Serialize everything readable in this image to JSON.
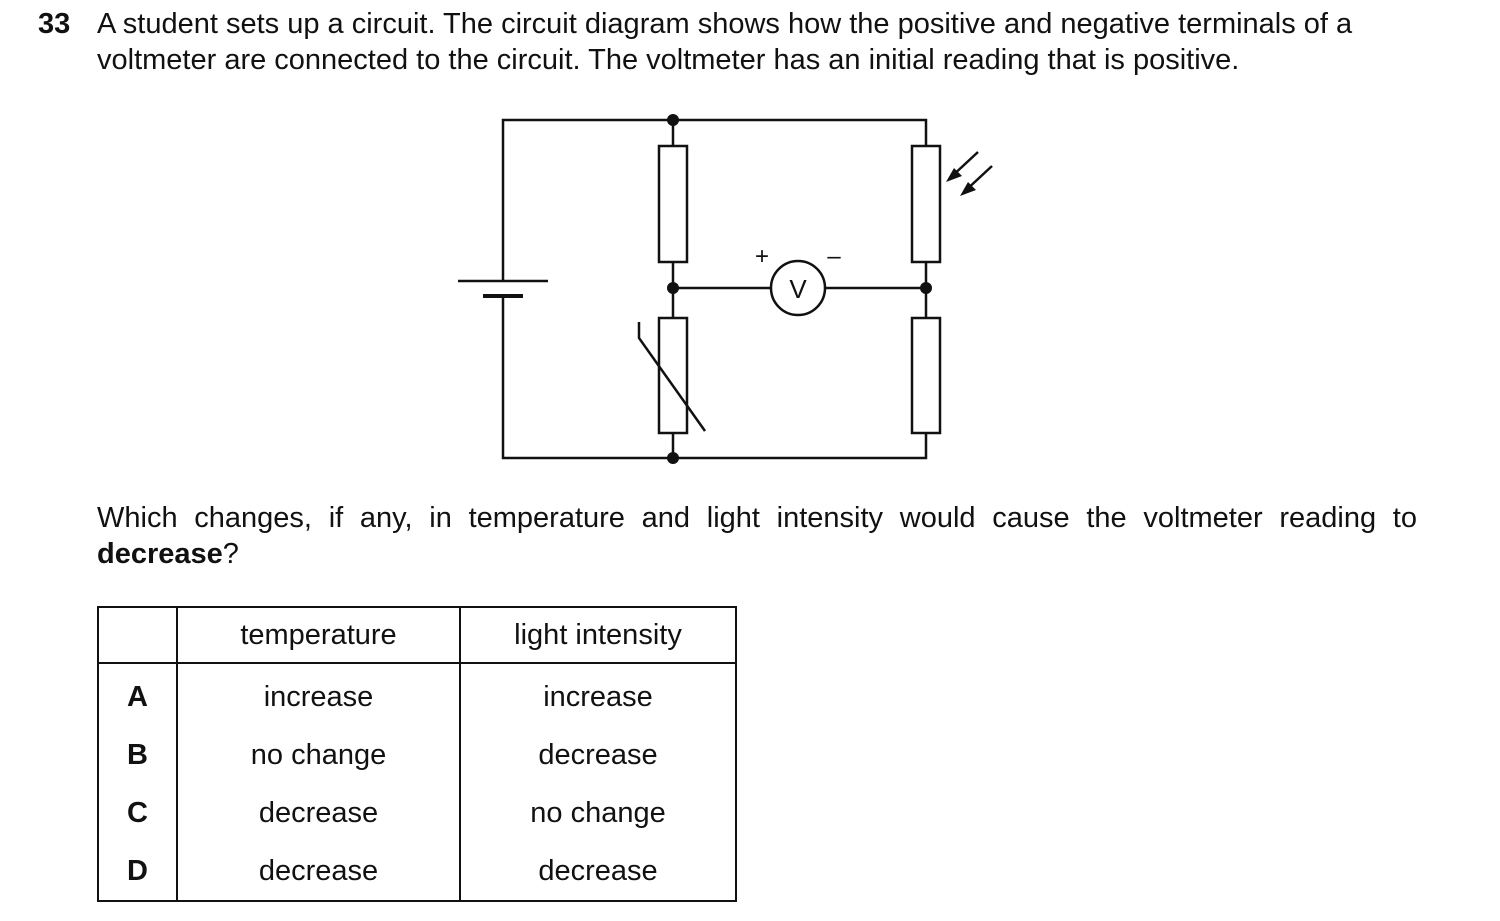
{
  "question": {
    "number": "33",
    "stem": "A student sets up a circuit. The circuit diagram shows how the positive and negative terminals of a voltmeter are connected to the circuit. The voltmeter has an initial reading that is positive.",
    "prompt_before": "Which changes, if any, in temperature and light intensity would cause the voltmeter reading to ",
    "prompt_bold": "decrease",
    "prompt_after": "?"
  },
  "diagram": {
    "voltmeter_label": "V",
    "positive_terminal": "+",
    "negative_terminal": "–"
  },
  "table": {
    "headers": [
      "",
      "temperature",
      "light intensity"
    ],
    "rows": [
      {
        "key": "A",
        "temperature": "increase",
        "light": "increase"
      },
      {
        "key": "B",
        "temperature": "no change",
        "light": "decrease"
      },
      {
        "key": "C",
        "temperature": "decrease",
        "light": "no change"
      },
      {
        "key": "D",
        "temperature": "decrease",
        "light": "decrease"
      }
    ]
  }
}
